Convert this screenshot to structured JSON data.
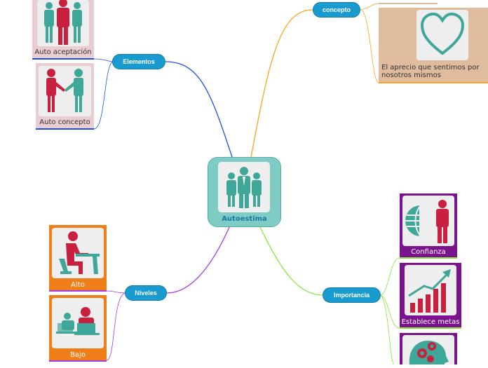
{
  "central": {
    "label": "Autoestima",
    "icon": "group-people-icon"
  },
  "branches": {
    "concepto": {
      "label": "concepto",
      "color": "#f5a623"
    },
    "elementos": {
      "label": "Elementos",
      "color": "#1f4fe6"
    },
    "niveles": {
      "label": "Niveles",
      "color": "#a23de6"
    },
    "importancia": {
      "label": "Importancia",
      "color": "#88e63a"
    }
  },
  "cards": {
    "concepto_def": {
      "text": "El aprecio que sentimos por nosotros mismos",
      "icon": "heart-icon"
    },
    "auto_aceptacion": {
      "label": "Auto aceptación",
      "icon": "three-people-icon"
    },
    "auto_concepto": {
      "label": "Auto concepto",
      "icon": "handshake-icon"
    },
    "alto": {
      "label": "Alto",
      "icon": "person-at-desk-icon"
    },
    "bajo": {
      "label": "Bajo",
      "icon": "people-at-computers-icon"
    },
    "confianza": {
      "label": "Confianza",
      "icon": "globe-person-icon"
    },
    "establece_metas": {
      "label": "Establece metas",
      "icon": "growth-chart-icon"
    },
    "third": {
      "icon": "head-gears-icon"
    }
  }
}
